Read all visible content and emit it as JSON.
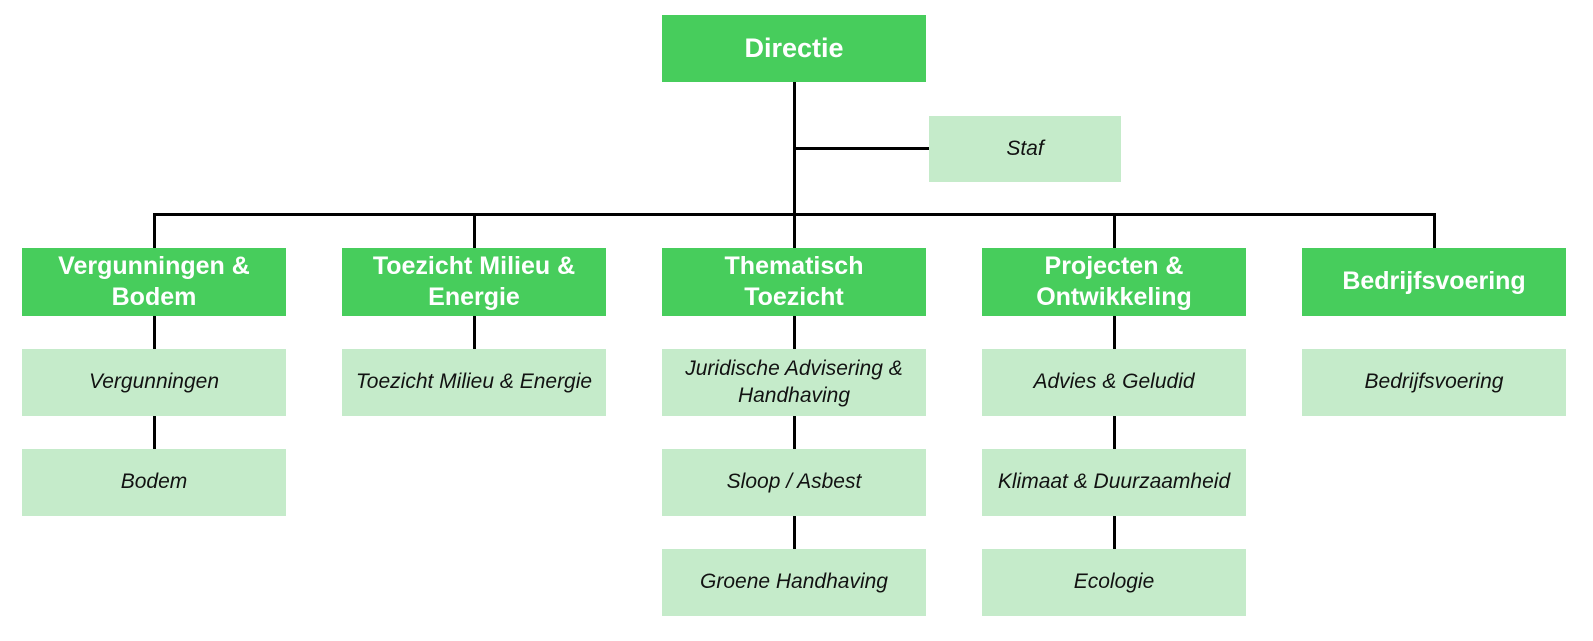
{
  "colors": {
    "primary_green": "#47CD5C",
    "light_green": "#C5EBCA",
    "line_color": "#000000",
    "header_text": "#FFFFFF",
    "sub_text": "#121212",
    "canvas_bg": "#FFFFFF"
  },
  "org": {
    "root": {
      "label": "Directie"
    },
    "staff": {
      "label": "Staf"
    },
    "departments": [
      {
        "label": "Vergunningen & Bodem",
        "children": [
          "Vergunningen",
          "Bodem"
        ]
      },
      {
        "label": "Toezicht Milieu & Energie",
        "children": [
          "Toezicht Milieu & Energie"
        ]
      },
      {
        "label": "Thematisch Toezicht",
        "children": [
          "Juridische Advisering & Handhaving",
          "Sloop / Asbest",
          "Groene Handhaving"
        ]
      },
      {
        "label": "Projecten & Ontwikkeling",
        "children": [
          "Advies & Geludid",
          "Klimaat & Duurzaamheid",
          "Ecologie"
        ]
      },
      {
        "label": "Bedrijfsvoering",
        "children": [
          "Bedrijfsvoering"
        ]
      }
    ]
  }
}
